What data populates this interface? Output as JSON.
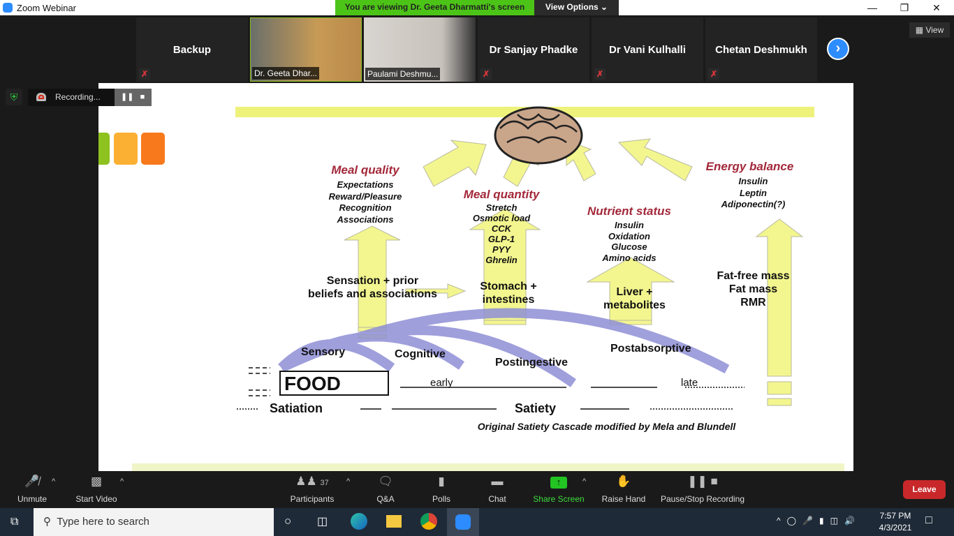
{
  "window": {
    "title": "Zoom Webinar",
    "viewing_banner": "You are viewing Dr. Geeta Dharmatti's screen",
    "view_options": "View Options",
    "view_button": "View"
  },
  "participants_strip": [
    {
      "name": "Backup",
      "type": "name"
    },
    {
      "name": "Dr. Geeta Dhar...",
      "type": "video"
    },
    {
      "name": "Paulami Deshmu...",
      "type": "video"
    },
    {
      "name": "Dr Sanjay Phadke",
      "type": "name"
    },
    {
      "name": "Dr Vani Kulhalli",
      "type": "name"
    },
    {
      "name": "Chetan Deshmukh",
      "type": "name"
    }
  ],
  "recording": {
    "label": "Recording..."
  },
  "slide": {
    "meal_quality": {
      "title": "Meal quality",
      "items": [
        "Expectations",
        "Reward/Pleasure",
        "Recognition",
        "Associations"
      ]
    },
    "meal_quantity": {
      "title": "Meal quantity",
      "items": [
        "Stretch",
        "Osmotic load",
        "CCK",
        "GLP-1",
        "PYY",
        "Ghrelin"
      ]
    },
    "nutrient_status": {
      "title": "Nutrient status",
      "items": [
        "Insulin",
        "Oxidation",
        "Glucose",
        "Amino acids"
      ]
    },
    "energy_balance": {
      "title": "Energy balance",
      "items": [
        "Insulin",
        "Leptin",
        "Adiponectin(?)"
      ]
    },
    "sensation": "Sensation + prior beliefs and associations",
    "stomach": "Stomach + intestines",
    "liver": "Liver + metabolites",
    "fat": [
      "Fat-free mass",
      "Fat mass",
      "RMR"
    ],
    "phases": [
      "Sensory",
      "Cognitive",
      "Postingestive",
      "Postabsorptive"
    ],
    "food": "FOOD",
    "early": "early",
    "late": "late",
    "satiation": "Satiation",
    "satiety": "Satiety",
    "caption": "Original Satiety Cascade  modified by Mela and Blundell"
  },
  "toolbar": {
    "unmute": "Unmute",
    "start_video": "Start Video",
    "participants": "Participants",
    "participant_count": "37",
    "qa": "Q&A",
    "polls": "Polls",
    "chat": "Chat",
    "share_screen": "Share Screen",
    "raise_hand": "Raise Hand",
    "pause_stop": "Pause/Stop Recording",
    "leave": "Leave"
  },
  "taskbar": {
    "search_placeholder": "Type here to search",
    "time": "7:57 PM",
    "date": "4/3/2021"
  },
  "colors": {
    "accent_green": "#4cc417",
    "leave_red": "#c8282a",
    "slide_yellow": "#eef27a",
    "heading_red": "#a3283a"
  }
}
